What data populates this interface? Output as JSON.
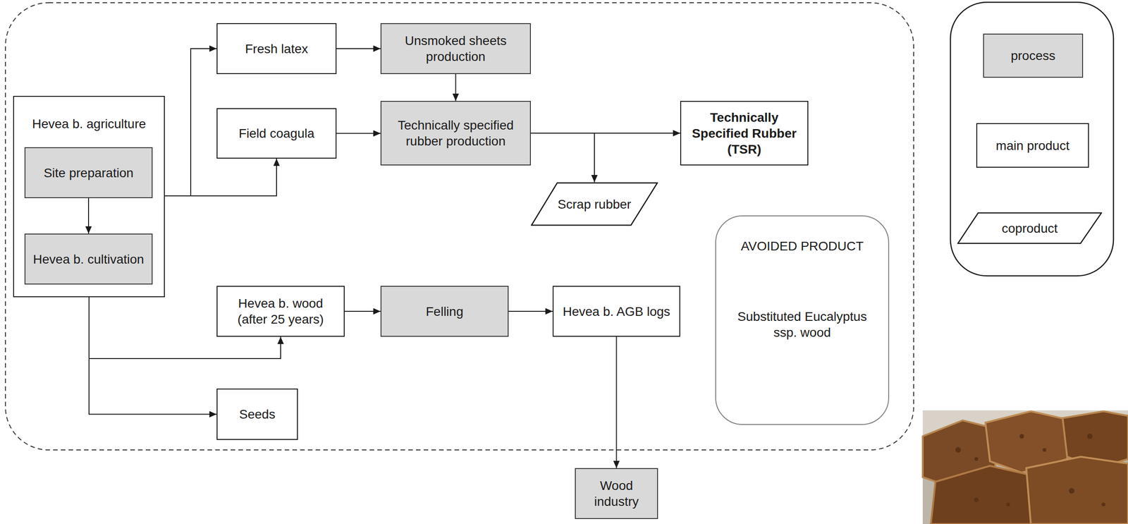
{
  "diagram": {
    "nodes": [
      {
        "text": [
          "Hevea b. agriculture"
        ]
      },
      {
        "text": [
          "Site preparation"
        ],
        "in": 0
      },
      {
        "text": [
          "Hevea b. cultivation"
        ],
        "in": 0
      },
      {
        "text": [
          "Fresh latex"
        ]
      },
      {
        "text": [
          "Unsmoked sheets production"
        ]
      },
      {
        "text": [
          "Field coagula"
        ]
      },
      {
        "text": [
          "Technically specified rubber production"
        ]
      },
      {
        "text": [
          "Technically Specified Rubber (TSR)"
        ]
      },
      {
        "text": [
          "Scrap rubber"
        ]
      },
      {
        "text": [
          "Hevea b. wood (after 25 years)"
        ]
      },
      {
        "text": [
          "Felling"
        ]
      },
      {
        "text": [
          "Hevea b. AGB logs"
        ]
      },
      {
        "text": [
          "Seeds"
        ]
      },
      {
        "text": [
          "AVOIDED PRODUCT",
          "Substituted Eucalyptus ssp. wood"
        ]
      },
      {
        "text": [
          "Wood industry"
        ]
      }
    ],
    "edges": [
      {
        "from": 0,
        "to": 3,
        "arrow": "to"
      },
      {
        "from": 0,
        "to": 5,
        "arrow": "to"
      },
      {
        "from": 1,
        "to": 2,
        "arrow": "to"
      },
      {
        "from": 3,
        "to": 4,
        "arrow": "to"
      },
      {
        "from": 4,
        "to": 6,
        "arrow": "to"
      },
      {
        "from": 5,
        "to": 6,
        "arrow": "to"
      },
      {
        "from": 6,
        "to": 7,
        "arrow": "to"
      },
      {
        "from": 6,
        "to": 8,
        "arrow": "to"
      },
      {
        "from": 0,
        "to": 9,
        "arrow": "to"
      },
      {
        "from": 0,
        "to": 12,
        "arrow": "to"
      },
      {
        "from": 9,
        "to": 10,
        "arrow": "to"
      },
      {
        "from": 10,
        "to": 11,
        "arrow": "to"
      },
      {
        "from": 11,
        "to": 14,
        "arrow": "to"
      }
    ],
    "legend": [
      {
        "text": "process",
        "color": "#d9d9d9"
      },
      {
        "text": "main product"
      },
      {
        "text": "coproduct"
      }
    ]
  }
}
